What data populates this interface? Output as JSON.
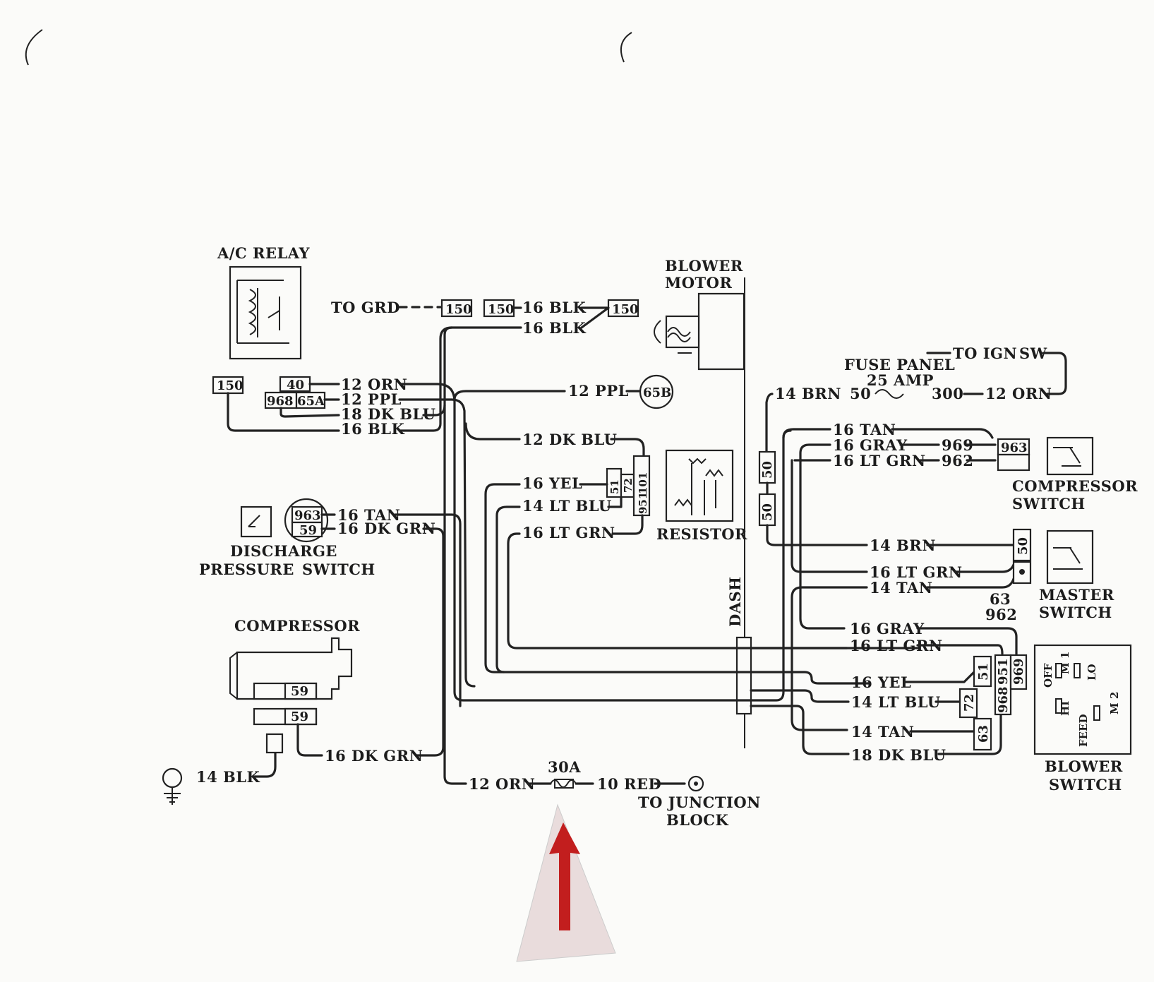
{
  "components": {
    "ac_relay": "A/C RELAY",
    "blower_motor_1": "BLOWER",
    "blower_motor_2": "MOTOR",
    "fuse_panel": "FUSE PANEL",
    "fuse_amp": "25 AMP",
    "resistor": "RESISTOR",
    "compressor_switch_1": "COMPRESSOR",
    "compressor_switch_2": "SWITCH",
    "master_switch_1": "MASTER",
    "master_switch_2": "SWITCH",
    "discharge_1": "DISCHARGE",
    "discharge_2a": "PRESSURE",
    "discharge_2b": "SWITCH",
    "compressor": "COMPRESSOR",
    "blower_switch_1": "BLOWER",
    "blower_switch_2": "SWITCH",
    "dash": "DASH",
    "junction_1": "TO JUNCTION",
    "junction_2": "BLOCK",
    "fuse_30a": "30A"
  },
  "wires": {
    "to_grd": "TO GRD",
    "blk_top1": "16 BLK",
    "blk_top2": "16 BLK",
    "orn_12": "12 ORN",
    "ppl_12": "12 PPL",
    "dkblu_18": "18 DK BLU",
    "blk_16": "16 BLK",
    "ppl_12_right": "12 PPL",
    "dkblu_12": "12 DK BLU",
    "yel_16": "16 YEL",
    "ltblu_14": "14 LT BLU",
    "ltgrn_16": "16 LT GRN",
    "tan_16": "16 TAN",
    "dkgrn_16": "16 DK GRN",
    "dkgrn_16_comp": "16 DK GRN",
    "blk_14": "14 BLK",
    "orn_12_bottom": "12 ORN",
    "red_10": "10 RED",
    "to_ign": "TO IGN",
    "sw": "SW",
    "brn_14_top": "14 BRN",
    "n50": "50",
    "n300": "300",
    "orn_12_right": "12 ORN",
    "tan_16_r": "16 TAN",
    "gray_16_r": "16 GRAY",
    "n969": "969",
    "ltgrn_16_r": "16 LT GRN",
    "n962": "962",
    "brn_14_r": "14 BRN",
    "ltgrn_16_r2": "16 LT GRN",
    "tan_14_r": "14 TAN",
    "n63": "63",
    "n962b": "962",
    "gray_16_b": "16 GRAY",
    "ltgrn_16_b": "16 LT GRN",
    "yel_16_b": "16 YEL",
    "ltblu_14_b": "14 LT BLU",
    "tan_14_b": "14 TAN",
    "dkblu_18_b": "18 DK BLU"
  },
  "terminals": {
    "t150a": "150",
    "t150b": "150",
    "t150c": "150",
    "t150d": "150",
    "t40": "40",
    "t968": "968",
    "t65a": "65A",
    "t65b": "65B",
    "t51": "51",
    "t72": "72",
    "t101": "101",
    "t951": "951",
    "t963": "963",
    "t59": "59",
    "t59b": "59",
    "t59c": "59",
    "t50a": "50",
    "t50b": "50",
    "t963r": "963",
    "t50r": "50",
    "t51b": "51",
    "t72b": "72",
    "t63": "63",
    "t951b": "951",
    "t968b": "968",
    "t969": "969"
  },
  "blower_switch_positions": {
    "off": "OFF",
    "m1": "M 1",
    "lo": "LO",
    "hi": "HI",
    "feed": "FEED",
    "m2": "M 2"
  }
}
